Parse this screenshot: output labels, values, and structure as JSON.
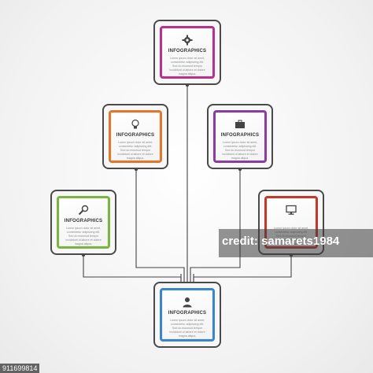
{
  "cards": [
    {
      "key": "top",
      "title": "INFOGRAPHICS",
      "icon": "gear-icon",
      "accent": "#b4338f",
      "body": "Lorem ipsum dolor sit amet, consectetur adipiscing elit. Sed do eiusmod tempor incididunt ut labore et dolore magna aliqua."
    },
    {
      "key": "left-upper",
      "title": "INFOGRAPHICS",
      "icon": "lightbulb-icon",
      "accent": "#e0782c",
      "body": "Lorem ipsum dolor sit amet, consectetur adipiscing elit. Sed do eiusmod tempor incididunt ut labore et dolore magna aliqua."
    },
    {
      "key": "right-upper",
      "title": "INFOGRAPHICS",
      "icon": "briefcase-icon",
      "accent": "#8a3d9b",
      "body": "Lorem ipsum dolor sit amet, consectetur adipiscing elit. Sed do eiusmod tempor incididunt ut labore et dolore magna aliqua."
    },
    {
      "key": "left-lower",
      "title": "INFOGRAPHICS",
      "icon": "magnifier-icon",
      "accent": "#7cb342",
      "body": "Lorem ipsum dolor sit amet, consectetur adipiscing elit. Sed do eiusmod tempor incididunt ut labore et dolore magna aliqua."
    },
    {
      "key": "right-lower",
      "title": "",
      "icon": "monitor-icon",
      "accent": "#c0392b",
      "body": "Lorem ipsum dolor sit amet, consectetur adipiscing elit. Sed do eiusmod tempor incididunt ut labore et dolore magna aliqua."
    },
    {
      "key": "bottom",
      "title": "INFOGRAPHICS",
      "icon": "person-icon",
      "accent": "#3a87c8",
      "body": "Lorem ipsum dolor sit amet, consectetur adipiscing elit. Sed do eiusmod tempor incididunt ut labore et dolore magna aliqua."
    }
  ],
  "watermark": {
    "credit": "credit: samarets1984",
    "image_id": "911699814"
  }
}
